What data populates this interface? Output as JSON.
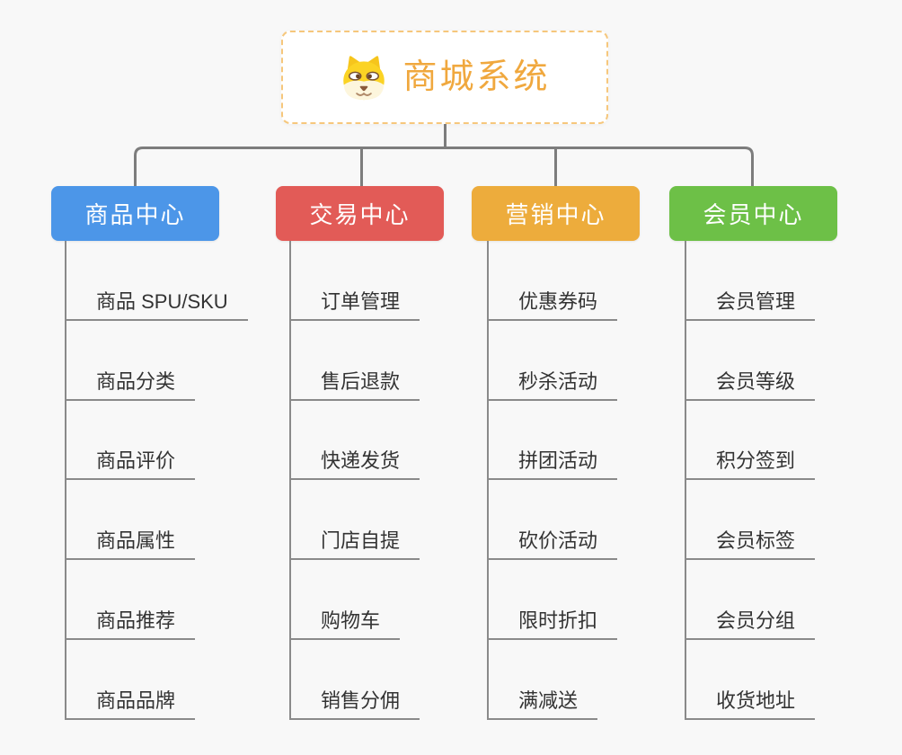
{
  "page": {
    "background_color": "#f8f8f8",
    "connector_color": "#7d7d7d",
    "line_color": "#8a8a8a"
  },
  "root": {
    "title": "商城系统",
    "title_color": "#f0a83e",
    "border_color": "#f6c77c",
    "icon": "shiba-dog-icon"
  },
  "branches": [
    {
      "label": "商品中心",
      "color": "#4c96e8",
      "children": [
        "商品 SPU/SKU",
        "商品分类",
        "商品评价",
        "商品属性",
        "商品推荐",
        "商品品牌"
      ]
    },
    {
      "label": "交易中心",
      "color": "#e25b57",
      "children": [
        "订单管理",
        "售后退款",
        "快递发货",
        "门店自提",
        "购物车",
        "销售分佣"
      ]
    },
    {
      "label": "营销中心",
      "color": "#edac3c",
      "children": [
        "优惠券码",
        "秒杀活动",
        "拼团活动",
        "砍价活动",
        "限时折扣",
        "满减送"
      ]
    },
    {
      "label": "会员中心",
      "color": "#6dc047",
      "children": [
        "会员管理",
        "会员等级",
        "积分签到",
        "会员标签",
        "会员分组",
        "收货地址"
      ]
    }
  ]
}
